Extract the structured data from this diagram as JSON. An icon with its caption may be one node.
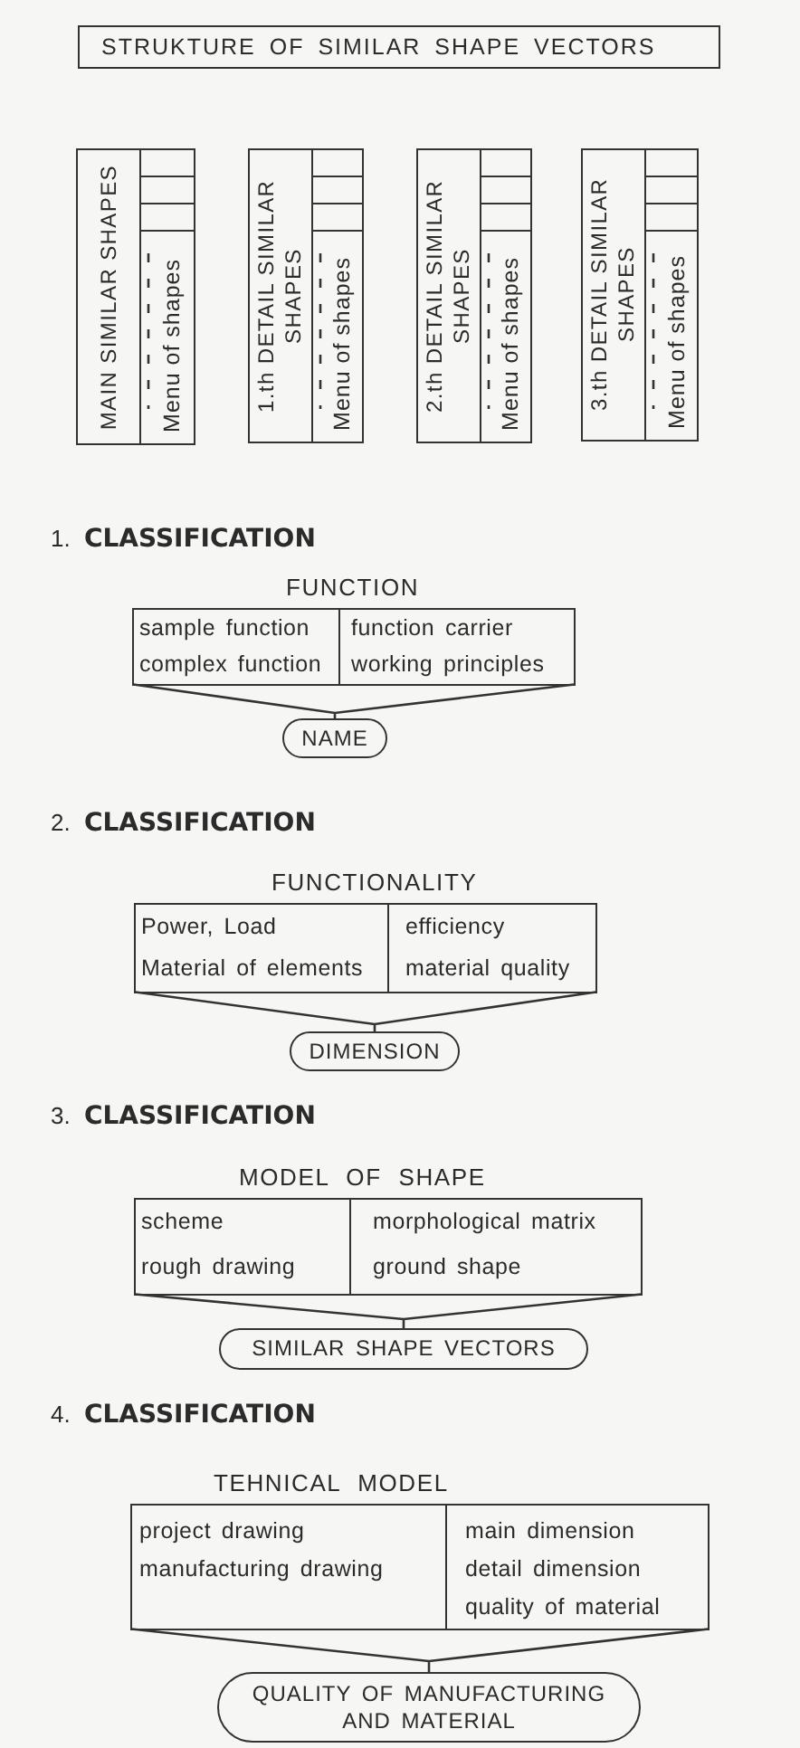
{
  "diagram": {
    "title": "STRUKTURE OF SIMILAR SHAPE VECTORS",
    "nodes": [
      {
        "text": [
          "MAIN SIMILAR SHAPES",
          "Menu of shapes"
        ]
      },
      {
        "text": [
          "1.th DETAIL SIMILAR SHAPES",
          "Menu of shapes"
        ]
      },
      {
        "text": [
          "2.th DETAIL SIMILAR SHAPES",
          "Menu of shapes"
        ]
      },
      {
        "text": [
          "3.th DETAIL SIMILAR SHAPES",
          "Menu of shapes"
        ]
      },
      {
        "text": [
          "FUNCTION",
          "sample function",
          "complex function",
          "function carrier",
          "working principles"
        ]
      },
      {
        "text": [
          "NAME"
        ]
      },
      {
        "text": [
          "FUNCTIONALITY",
          "Power, Load",
          "Material of elements",
          "efficiency",
          "material quality"
        ]
      },
      {
        "text": [
          "DIMENSION"
        ]
      },
      {
        "text": [
          "MODEL OF SHAPE",
          "scheme",
          "rough drawing",
          "morphological matrix",
          "ground shape"
        ]
      },
      {
        "text": [
          "SIMILAR SHAPE VECTORS"
        ]
      },
      {
        "text": [
          "TEHNICAL MODEL",
          "project drawing",
          "manufacturing drawing",
          "main dimension",
          "detail dimension",
          "quality of material"
        ]
      },
      {
        "text": [
          "QUALITY OF MANUFACTURING AND MATERIAL"
        ]
      }
    ],
    "edges": [
      {
        "from": 4,
        "to": 5,
        "arrow": "none"
      },
      {
        "from": 6,
        "to": 7,
        "arrow": "none"
      },
      {
        "from": 8,
        "to": 9,
        "arrow": "none"
      },
      {
        "from": 10,
        "to": 11,
        "arrow": "none"
      }
    ],
    "labels": [
      "1. **CLASSIFICATION**",
      "2. **CLASSIFICATION**",
      "3. **CLASSIFICATION**",
      "4. **CLASSIFICATION**"
    ]
  }
}
